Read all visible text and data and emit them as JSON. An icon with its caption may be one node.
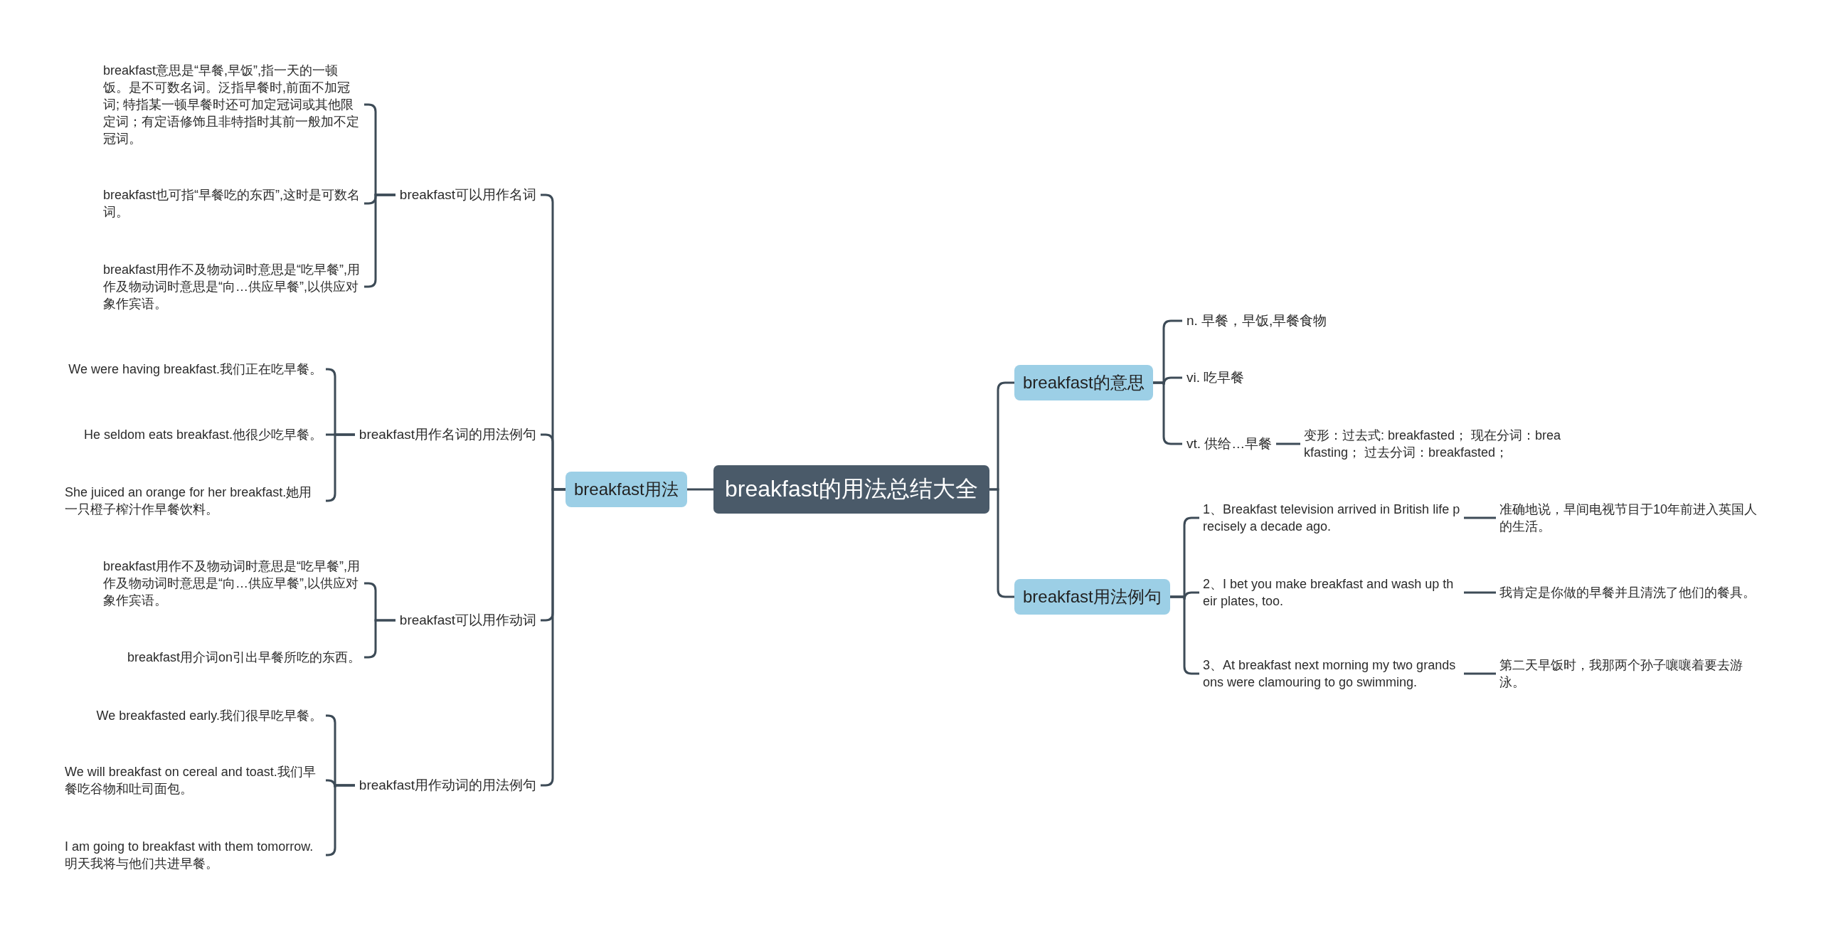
{
  "diagram": {
    "nodes": [
      {
        "text": [
          "breakfast的用法总结大全"
        ]
      },
      {
        "text": [
          "breakfast用法"
        ]
      },
      {
        "text": [
          "breakfast可以用作名词"
        ]
      },
      {
        "text": [
          "breakfast意思是“早餐,早饭”,指一天的一顿饭。是不可数名词。泛指早餐时,前面不加冠词; 特指某一顿早餐时还可加定冠词或其他限定词；有定语修饰且非特指时其前一般加不定冠词。"
        ]
      },
      {
        "text": [
          "breakfast也可指“早餐吃的东西”,这时是可数名词。"
        ]
      },
      {
        "text": [
          "breakfast用作不及物动词时意思是“吃早餐”,用作及物动词时意思是“向…供应早餐”,以供应对象作宾语。"
        ]
      },
      {
        "text": [
          "breakfast用作名词的用法例句"
        ]
      },
      {
        "text": [
          "We were having breakfast.我们正在吃早餐。"
        ]
      },
      {
        "text": [
          "He seldom eats breakfast.他很少吃早餐。"
        ]
      },
      {
        "text": [
          "She juiced an orange for her breakfast.她用一只橙子榨汁作早餐饮料。"
        ]
      },
      {
        "text": [
          "breakfast可以用作动词"
        ]
      },
      {
        "text": [
          "breakfast用作不及物动词时意思是“吃早餐”,用作及物动词时意思是“向…供应早餐”,以供应对象作宾语。"
        ]
      },
      {
        "text": [
          "breakfast用介词on引出早餐所吃的东西。"
        ]
      },
      {
        "text": [
          "breakfast用作动词的用法例句"
        ]
      },
      {
        "text": [
          "We breakfasted early.我们很早吃早餐。"
        ]
      },
      {
        "text": [
          "We will breakfast on cereal and toast.我们早餐吃谷物和吐司面包。"
        ]
      },
      {
        "text": [
          "I am going to breakfast with them tomorrow.明天我将与他们共进早餐。"
        ]
      },
      {
        "text": [
          "breakfast的意思"
        ]
      },
      {
        "text": [
          "n. 早餐，早饭,早餐食物"
        ]
      },
      {
        "text": [
          "vi. 吃早餐"
        ]
      },
      {
        "text": [
          "vt. 供给…早餐"
        ]
      },
      {
        "text": [
          "变形：过去式: breakfasted； 现在分词：breakfasting； 过去分词：breakfasted；"
        ]
      },
      {
        "text": [
          "breakfast用法例句"
        ]
      },
      {
        "text": [
          "1、Breakfast television arrived in British life precisely a decade ago."
        ]
      },
      {
        "text": [
          "准确地说，早间电视节目于10年前进入英国人的生活。"
        ]
      },
      {
        "text": [
          "2、I bet you make breakfast and wash up their plates, too."
        ]
      },
      {
        "text": [
          "我肯定是你做的早餐并且清洗了他们的餐具。"
        ]
      },
      {
        "text": [
          "3、At breakfast next morning my two grandsons were clamouring to go swimming."
        ]
      },
      {
        "text": [
          "第二天早饭时，我那两个孙子嚷嚷着要去游泳。"
        ]
      }
    ],
    "edges": [
      {
        "from": 0,
        "to": 1,
        "arrow": "none"
      },
      {
        "from": 1,
        "to": 2,
        "arrow": "none"
      },
      {
        "from": 2,
        "to": 3,
        "arrow": "none"
      },
      {
        "from": 2,
        "to": 4,
        "arrow": "none"
      },
      {
        "from": 2,
        "to": 5,
        "arrow": "none"
      },
      {
        "from": 1,
        "to": 6,
        "arrow": "none"
      },
      {
        "from": 6,
        "to": 7,
        "arrow": "none"
      },
      {
        "from": 6,
        "to": 8,
        "arrow": "none"
      },
      {
        "from": 6,
        "to": 9,
        "arrow": "none"
      },
      {
        "from": 1,
        "to": 10,
        "arrow": "none"
      },
      {
        "from": 10,
        "to": 11,
        "arrow": "none"
      },
      {
        "from": 10,
        "to": 12,
        "arrow": "none"
      },
      {
        "from": 1,
        "to": 13,
        "arrow": "none"
      },
      {
        "from": 13,
        "to": 14,
        "arrow": "none"
      },
      {
        "from": 13,
        "to": 15,
        "arrow": "none"
      },
      {
        "from": 13,
        "to": 16,
        "arrow": "none"
      },
      {
        "from": 0,
        "to": 17,
        "arrow": "none"
      },
      {
        "from": 17,
        "to": 18,
        "arrow": "none"
      },
      {
        "from": 17,
        "to": 19,
        "arrow": "none"
      },
      {
        "from": 17,
        "to": 20,
        "arrow": "none"
      },
      {
        "from": 20,
        "to": 21,
        "arrow": "none"
      },
      {
        "from": 0,
        "to": 22,
        "arrow": "none"
      },
      {
        "from": 22,
        "to": 23,
        "arrow": "none"
      },
      {
        "from": 23,
        "to": 24,
        "arrow": "none"
      },
      {
        "from": 22,
        "to": 25,
        "arrow": "none"
      },
      {
        "from": 25,
        "to": 26,
        "arrow": "none"
      },
      {
        "from": 22,
        "to": 27,
        "arrow": "none"
      },
      {
        "from": 27,
        "to": 28,
        "arrow": "none"
      }
    ]
  }
}
